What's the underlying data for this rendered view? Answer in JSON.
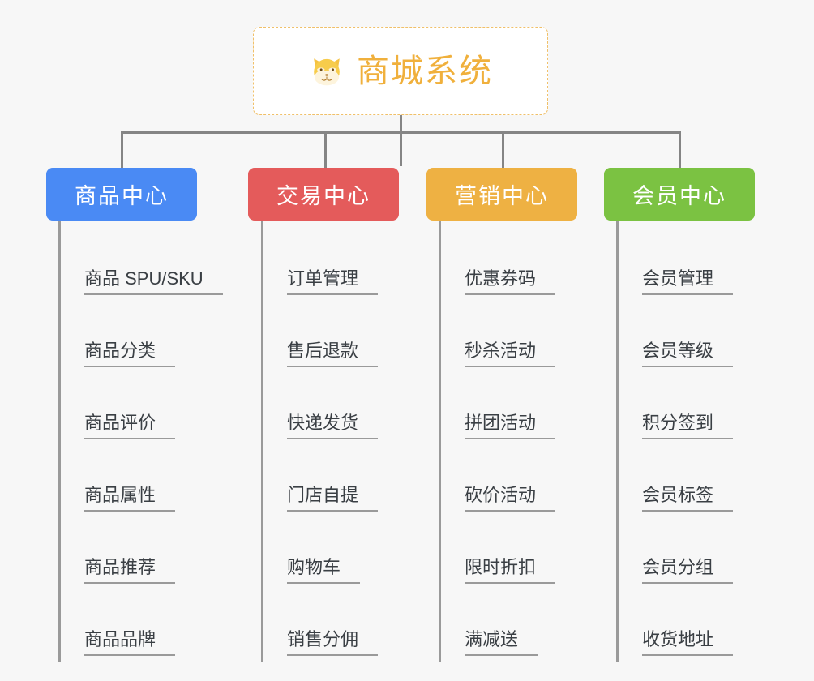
{
  "page": {
    "background_color": "#f7f7f7",
    "title": "商城系统"
  },
  "root": {
    "icon": "shiba-dog-face-icon",
    "label": "商城系统",
    "border_color": "#f0c069",
    "text_color": "#f0b03c",
    "background_color": "#ffffff"
  },
  "connector": {
    "color": "#858585"
  },
  "categories": [
    {
      "label": "商品中心",
      "color": "#4a8af4",
      "items": [
        "商品 SPU/SKU",
        "商品分类",
        "商品评价",
        "商品属性",
        "商品推荐",
        "商品品牌"
      ]
    },
    {
      "label": "交易中心",
      "color": "#e45b5b",
      "items": [
        "订单管理",
        "售后退款",
        "快递发货",
        "门店自提",
        "购物车",
        "销售分佣"
      ]
    },
    {
      "label": "营销中心",
      "color": "#eeb143",
      "items": [
        "优惠券码",
        "秒杀活动",
        "拼团活动",
        "砍价活动",
        "限时折扣",
        "满减送"
      ]
    },
    {
      "label": "会员中心",
      "color": "#7bc242",
      "items": [
        "会员管理",
        "会员等级",
        "积分签到",
        "会员标签",
        "会员分组",
        "收货地址"
      ]
    }
  ]
}
